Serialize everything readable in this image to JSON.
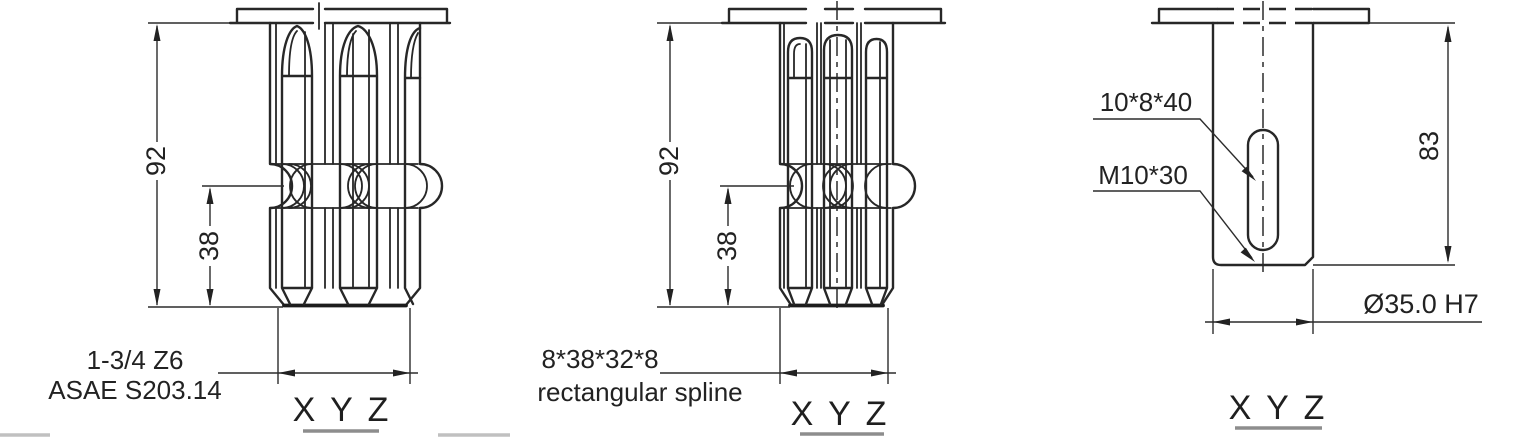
{
  "title": "Splined coupler technical drawing, three views",
  "colors": {
    "background": "#ffffff",
    "line": "#272727",
    "text": "#222222",
    "underline_gray": "#8d8d8d"
  },
  "views": [
    {
      "id": "left-spline-view",
      "dim_total_height": "92",
      "dim_groove_height": "38",
      "note_line1": "1-3/4 Z6",
      "note_line2": "ASAE S203.14",
      "axis_label": "X Y Z"
    },
    {
      "id": "middle-spline-view",
      "dim_total_height": "92",
      "dim_groove_height": "38",
      "note_line1": "8*38*32*8",
      "note_line2": "rectangular spline",
      "axis_label": "X Y Z"
    },
    {
      "id": "right-hub-view",
      "dim_total_height": "83",
      "keyway_label": "10*8*40",
      "thread_label": "M10*30",
      "bore_label": "Ø35.0 H7",
      "axis_label": "X Y Z"
    }
  ]
}
